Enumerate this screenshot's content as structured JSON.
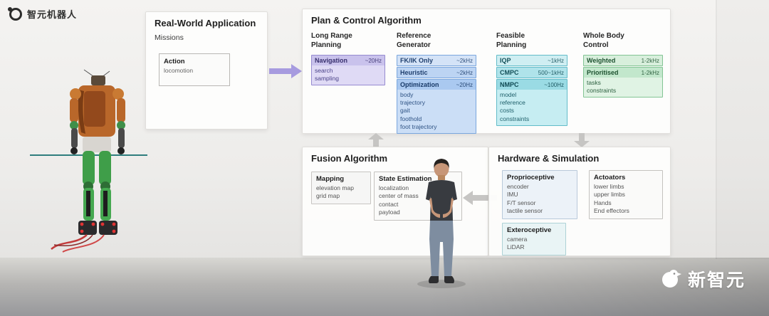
{
  "brand": {
    "logo_text": "智元机器人",
    "watermark_text": "新智元"
  },
  "real_world": {
    "title": "Real-World Application",
    "subtitle": "Missions",
    "action_box": {
      "title": "Action",
      "items": [
        "locomotion"
      ]
    }
  },
  "plan_control": {
    "title": "Plan & Control Algorithm",
    "col_headers": [
      "Long Range Planning",
      "Reference Generator",
      "Feasible Planning",
      "Whole Body Control"
    ],
    "navigation": {
      "label": "Navigation",
      "rate": "~20Hz",
      "items": [
        "search",
        "sampling"
      ]
    },
    "fkik": {
      "label": "FK/IK Only",
      "rate": "~2kHz"
    },
    "heuristic": {
      "label": "Heuristic",
      "rate": "~2kHz"
    },
    "optimization": {
      "label": "Optimization",
      "rate": "~20Hz",
      "items": [
        "body",
        "trajectory",
        "gait",
        "foothold",
        "foot trajectory"
      ]
    },
    "iqp": {
      "label": "IQP",
      "rate": "~1kHz"
    },
    "cmpc": {
      "label": "CMPC",
      "rate": "500~1kHz"
    },
    "nmpc": {
      "label": "NMPC",
      "rate": "~100Hz",
      "items": [
        "model",
        "reference",
        "costs",
        "constraints"
      ]
    },
    "weighted": {
      "label": "Weighted",
      "rate": "1-2kHz"
    },
    "prioritised": {
      "label": "Prioritised",
      "rate": "1-2kHz",
      "items": [
        "tasks",
        "constraints"
      ]
    }
  },
  "fusion": {
    "title": "Fusion Algorithm",
    "mapping": {
      "label": "Mapping",
      "items": [
        "elevation map",
        "grid map"
      ]
    },
    "state_estimation": {
      "label": "State Estimation",
      "items": [
        "localization",
        "center of mass",
        "contact",
        "payload"
      ]
    }
  },
  "hardware": {
    "title": "Hardware & Simulation",
    "proprioceptive": {
      "label": "Proprioceptive",
      "items": [
        "encoder",
        "IMU",
        "F/T sensor",
        "tactile sensor"
      ]
    },
    "actuators": {
      "label": "Actoators",
      "items": [
        "lower limbs",
        "upper limbs",
        "Hands",
        "End effectors"
      ]
    },
    "exteroceptive": {
      "label": "Exteroceptive",
      "items": [
        "camera",
        "LiDAR"
      ]
    }
  },
  "colors": {
    "purple_accent": "#c9c2ec",
    "blue_accent": "#aac9f0",
    "teal_accent": "#9adbe4",
    "green_accent": "#c2e7cc",
    "arrow_gray": "#c6c5c3",
    "arrow_purple": "#a79bdf"
  }
}
